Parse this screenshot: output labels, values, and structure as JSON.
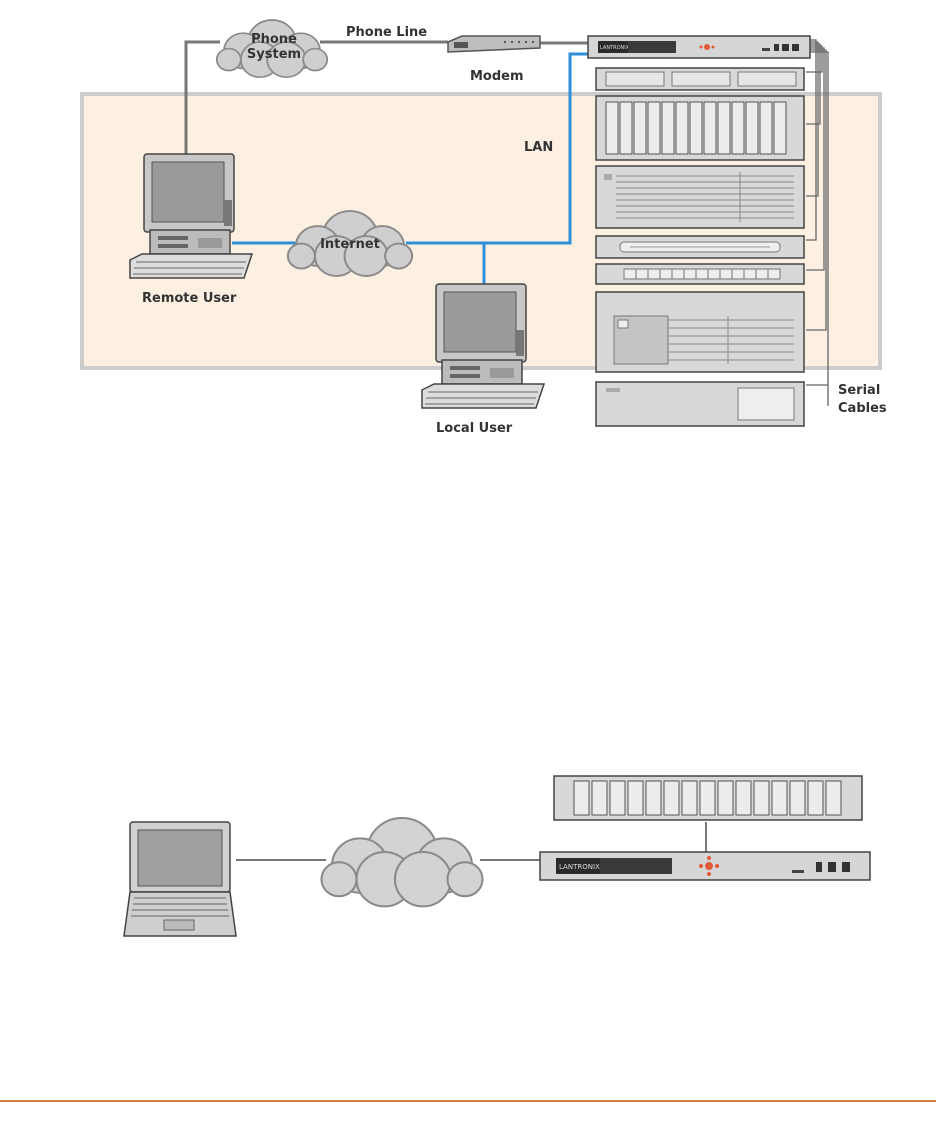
{
  "diagram1": {
    "labels": {
      "phone_system_line1": "Phone",
      "phone_system_line2": "System",
      "phone_line": "Phone Line",
      "modem": "Modem",
      "lan": "LAN",
      "internet": "Internet",
      "remote_user": "Remote User",
      "local_user": "Local User",
      "serial_line1": "Serial",
      "serial_line2": "Cables"
    },
    "brand": "LANTRONIX"
  },
  "diagram2": {
    "brand": "LANTRONIX"
  },
  "colors": {
    "lan_fill": "#fdf0e2",
    "lan_border": "#cccccc",
    "lan_link": "#2e8fd8",
    "gray_link": "#777777",
    "cloud": "#cfcfcf",
    "footer_rule": "#d4803a"
  }
}
